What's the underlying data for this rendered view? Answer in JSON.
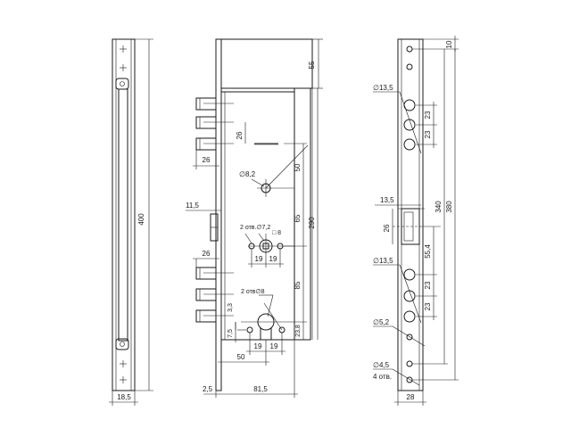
{
  "views": {
    "left": {
      "dims": {
        "height": "400",
        "width": "18,5"
      }
    },
    "middle": {
      "dims": {
        "top": "55",
        "d26a": "26",
        "d26b": "26",
        "d26c": "26",
        "d50": "50",
        "dia82": "∅8,2",
        "d115": "11,5",
        "d290": "290",
        "holes72": "2 отв.∅7,2",
        "sq8": "□ 8",
        "d65": "65",
        "d19a": "19",
        "d19b": "19",
        "d85": "85",
        "holes8": "2 отв∅8",
        "d33": "3,3",
        "d75": "7,5",
        "d19c": "19",
        "d19d": "19",
        "d238": "23,8",
        "d50b": "50",
        "d25": "2,5",
        "d815": "81,5"
      }
    },
    "right": {
      "dims": {
        "d10": "10",
        "dia135a": "∅13,5",
        "d23a": "23",
        "d23b": "23",
        "d135": "13,5",
        "d26": "26",
        "d340": "340",
        "d380": "380",
        "d554": "55,4",
        "dia135b": "∅13,5",
        "d23c": "23",
        "d23d": "23",
        "dia52": "∅5,2",
        "dia45": "∅4,5",
        "holes4": "4 отв.",
        "d28": "28"
      }
    }
  }
}
